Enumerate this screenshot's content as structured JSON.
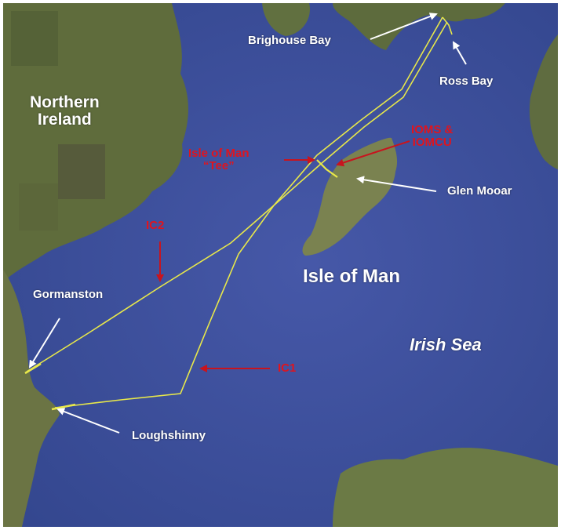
{
  "colors": {
    "sea": "#3a4d9e",
    "land": "#6f7a4a",
    "cable": "#e8e84a",
    "pointer_red": "#c8141e",
    "pointer_white": "#ffffff",
    "label_white": "#ffffff",
    "label_red": "#e0141e"
  },
  "labels": {
    "northern_ireland_line1": "Northern",
    "northern_ireland_line2": "Ireland",
    "isle_of_man": "Isle of Man",
    "irish_sea": "Irish Sea",
    "brighouse_bay": "Brighouse Bay",
    "ross_bay": "Ross Bay",
    "glen_mooar": "Glen Mooar",
    "gormanston": "Gormanston",
    "loughshinny": "Loughshinny",
    "iom_tee_line1": "Isle of Man",
    "iom_tee_line2": "“Tee”",
    "ioms_line1": "IOMS &",
    "ioms_line2": "IOMCU",
    "ic1": "IC1",
    "ic2": "IC2"
  }
}
